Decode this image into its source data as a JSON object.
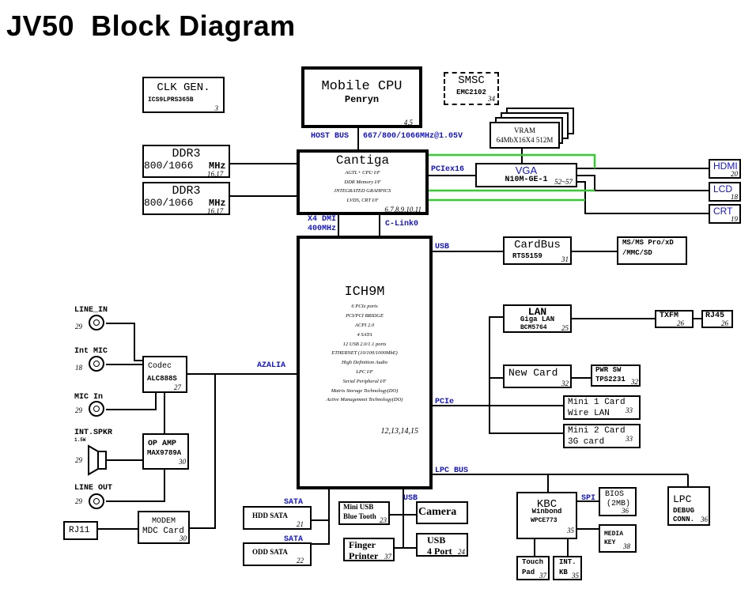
{
  "title": "JV50  Block Diagram",
  "colors": {
    "bus_label": "#1515c8",
    "display_link": "#33cc33",
    "line": "#000000"
  },
  "blocks": {
    "clk_gen": {
      "name": "CLK GEN.",
      "part": "ICS9LPRS365B",
      "page": "3"
    },
    "cpu": {
      "name": "Mobile CPU",
      "part": "Penryn",
      "page": "4,5"
    },
    "smsc": {
      "name": "SMSC",
      "part": "EMC2102",
      "page": "34"
    },
    "vram": {
      "name": "VRAM",
      "part": "64MbX16X4 512M"
    },
    "ddr3_a": {
      "name": "DDR3",
      "speed": "800/1066",
      "unit": "MHz",
      "page": "16,17"
    },
    "ddr3_b": {
      "name": "DDR3",
      "speed": "800/1066",
      "unit": "MHz",
      "page": "16,17"
    },
    "cantiga": {
      "name": "Cantiga",
      "features": [
        "AGTL+ CPU I/F",
        "DDR Memory I/F",
        "INTEGRATED GRAHPICS",
        "LVDS, CRT I/F"
      ],
      "page": "6,7,8,9,10,11"
    },
    "vga": {
      "name": "VGA",
      "part": "N10M-GE-1",
      "page": "52~57"
    },
    "hdmi": {
      "name": "HDMI",
      "page": "20"
    },
    "lcd": {
      "name": "LCD",
      "page": "18"
    },
    "crt": {
      "name": "CRT",
      "page": "19"
    },
    "ich9m": {
      "name": "ICH9M",
      "features": [
        "6 PCIe ports",
        "PCI/PCI BRIDGE",
        "ACPI 2.0",
        "4 SATA",
        "12 USB 2.0/1.1 ports",
        "ETHERNET (10/100/1000MbE)",
        "High Definition Audio",
        "LPC I/F",
        "Serial Peripheral I/F",
        "Matrix Storage Technology(DO)",
        "Active Managemnet Technology(DO)"
      ],
      "page": "12,13,14,15"
    },
    "cardbus": {
      "name": "CardBus",
      "part": "RTS5159",
      "page": "31"
    },
    "card_reader": {
      "line1": "MS/MS Pro/xD",
      "line2": "/MMC/SD"
    },
    "lan": {
      "name": "LAN",
      "sub": "Giga LAN",
      "part": "BCM5764",
      "page": "25"
    },
    "txfm": {
      "name": "TXFM",
      "page": "26"
    },
    "rj45": {
      "name": "RJ45",
      "page": "26"
    },
    "new_card": {
      "name": "New Card",
      "page": "32"
    },
    "pwr_sw": {
      "name": "PWR SW",
      "part": "TPS2231",
      "page": "32"
    },
    "mini1": {
      "line1": "Mini 1 Card",
      "line2": "Wire LAN",
      "page": "33"
    },
    "mini2": {
      "line1": "Mini 2 Card",
      "line2": "3G card",
      "page": "33"
    },
    "codec": {
      "name": "Codec",
      "part": "ALC888S",
      "page": "27"
    },
    "op_amp": {
      "name": "OP AMP",
      "part": "MAX9789A",
      "page": "30"
    },
    "modem": {
      "name": "MODEM",
      "part": "MDC Card",
      "page": "30"
    },
    "rj11": {
      "name": "RJ11"
    },
    "hdd": {
      "name": "HDD SATA",
      "page": "21"
    },
    "odd": {
      "name": "ODD SATA",
      "page": "22"
    },
    "bt": {
      "line1": "Mini USB",
      "line2": "Blue Tooth",
      "page": "23"
    },
    "camera": {
      "name": "Camera"
    },
    "finger": {
      "line1": "Finger",
      "line2": "Printer",
      "page": "37"
    },
    "usb4": {
      "line1": "USB",
      "line2": "4 Port",
      "page": "24"
    },
    "kbc": {
      "name": "KBC",
      "sub": "Winbond",
      "part": "WPCE773",
      "page": "35"
    },
    "bios": {
      "line1": "BIOS",
      "line2": "(2MB)",
      "page": "36"
    },
    "media_key": {
      "line1": "MEDIA",
      "line2": "KEY",
      "page": "38"
    },
    "lpc_debug": {
      "name": "LPC",
      "line1": "DEBUG",
      "line2": "CONN.",
      "page": "36"
    },
    "touchpad": {
      "line1": "Touch",
      "line2": "Pad",
      "page": "37"
    },
    "int_kb": {
      "line1": "INT.",
      "line2": "KB",
      "page": "35"
    }
  },
  "audio_jacks": [
    {
      "name": "LINE_IN",
      "page": "29"
    },
    {
      "name": "Int MIC",
      "page": "18"
    },
    {
      "name": "MIC In",
      "page": "29"
    },
    {
      "name": "LINE OUT",
      "page": "29"
    }
  ],
  "speaker": {
    "name": "INT.SPKR",
    "power": "1.5W",
    "page": "29"
  },
  "buses": {
    "host_bus": "HOST BUS",
    "host_freq": "667/800/1066MHz@1.05V",
    "pciex16": "PCIex16",
    "dmi": "X4 DMI",
    "dmi_freq": "400MHz",
    "clink": "C-Link0",
    "usb_top": "USB",
    "azalia": "AZALIA",
    "pcie": "PCIe",
    "lpc_bus": "LPC BUS",
    "sata1": "SATA",
    "sata2": "SATA",
    "usb_bottom": "USB",
    "spi": "SPI"
  }
}
